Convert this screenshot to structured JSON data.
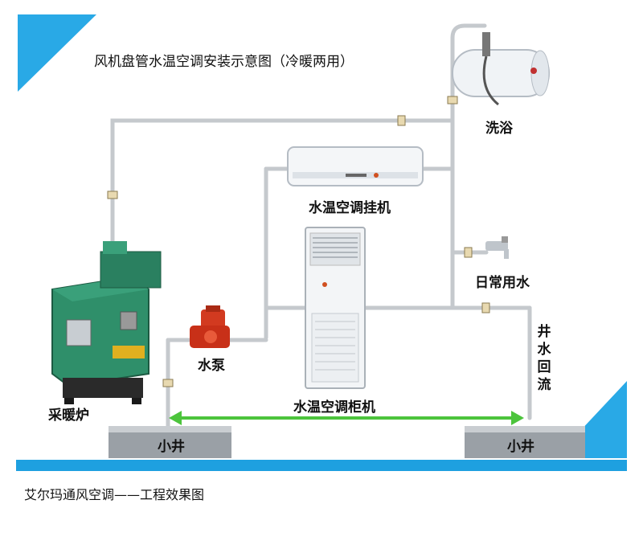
{
  "title": "风机盘管水温空调安装示意图（冷暖两用）",
  "labels": {
    "bath": "洗浴",
    "wall_unit": "水温空调挂机",
    "daily_water": "日常用水",
    "well_return": "井水回流",
    "pump": "水泵",
    "cabinet_unit": "水温空调柜机",
    "furnace": "采暖炉",
    "well_left": "小井",
    "well_right": "小井"
  },
  "caption": "艾尔玛通风空调——工程效果图",
  "colors": {
    "pipe": "#c8ccd0",
    "accent_blue": "#1ea0e0",
    "arrow_green": "#4cc43c",
    "furnace_green": "#2f8f6a",
    "pump_red": "#d23a20"
  }
}
